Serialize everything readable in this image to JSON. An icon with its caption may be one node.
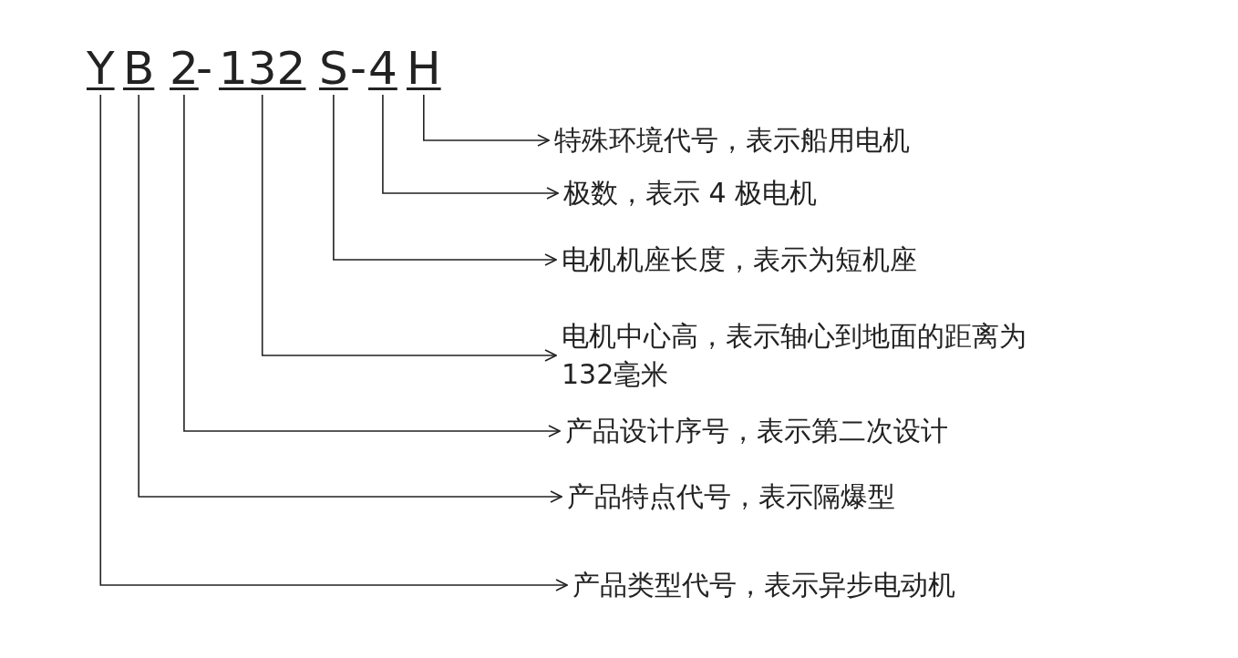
{
  "diagram": {
    "nodes": [
      {
        "text": [
          "Y"
        ]
      },
      {
        "text": [
          "B"
        ]
      },
      {
        "text": [
          "2"
        ]
      },
      {
        "text": [
          "132"
        ]
      },
      {
        "text": [
          "S"
        ]
      },
      {
        "text": [
          "4"
        ]
      },
      {
        "text": [
          "H"
        ]
      },
      {
        "text": [
          "特殊环境代号，表示船用电机"
        ]
      },
      {
        "text": [
          "极数，表示 4 极电机"
        ]
      },
      {
        "text": [
          "电机机座长度，表示为短机座"
        ]
      },
      {
        "text": [
          "电机中心高，表示轴心到地面的距离为132毫米"
        ]
      },
      {
        "text": [
          "产品设计序号，表示第二次设计"
        ]
      },
      {
        "text": [
          "产品特点代号，表示隔爆型"
        ]
      },
      {
        "text": [
          "产品类型代号，表示异步电动机"
        ]
      }
    ],
    "edges": [
      {
        "from": 6,
        "to": 7,
        "arrow": "to"
      },
      {
        "from": 5,
        "to": 8,
        "arrow": "to"
      },
      {
        "from": 4,
        "to": 9,
        "arrow": "to"
      },
      {
        "from": 3,
        "to": 10,
        "arrow": "to"
      },
      {
        "from": 2,
        "to": 11,
        "arrow": "to"
      },
      {
        "from": 1,
        "to": 12,
        "arrow": "to"
      },
      {
        "from": 0,
        "to": 13,
        "arrow": "to"
      }
    ],
    "labels": [
      "-",
      "-"
    ]
  }
}
